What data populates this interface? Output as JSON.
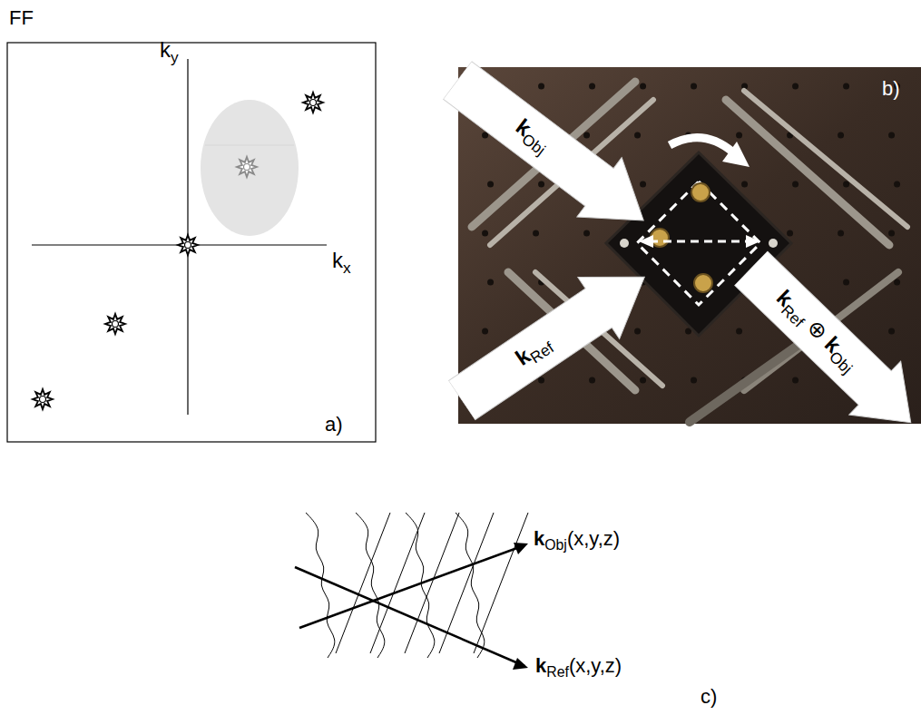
{
  "diagram": {
    "nodes": [
      {
        "text": [
          "kObj"
        ]
      },
      {
        "text": [
          "kRef"
        ]
      },
      {
        "text": [
          "kRef ⊕ kObj"
        ]
      }
    ],
    "labels": [
      "FF",
      "ky",
      "kx",
      "a)",
      "b)",
      "kObj(x,y,z)",
      "kRef(x,y,z)",
      "c)"
    ]
  }
}
